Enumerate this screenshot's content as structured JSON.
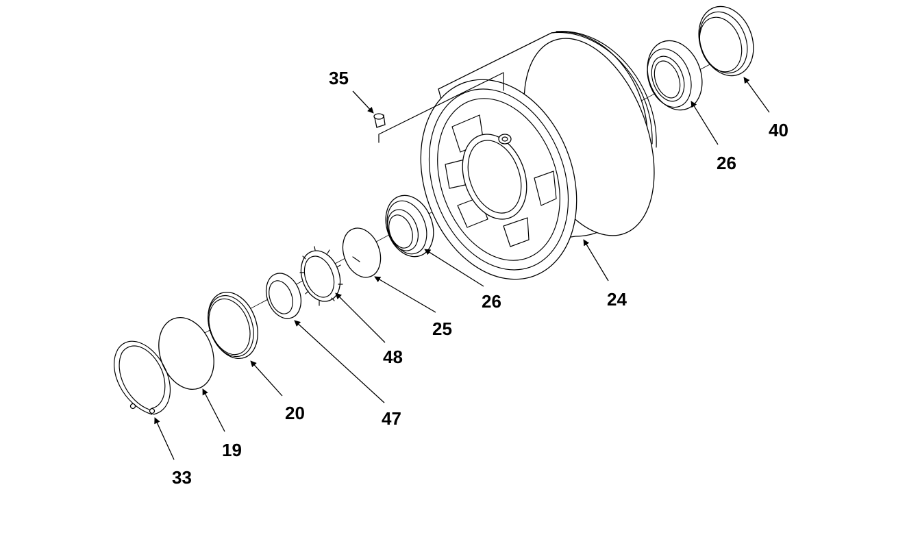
{
  "callouts": [
    {
      "id": "c35",
      "label": "35"
    },
    {
      "id": "c40",
      "label": "40"
    },
    {
      "id": "c26a",
      "label": "26"
    },
    {
      "id": "c24",
      "label": "24"
    },
    {
      "id": "c26b",
      "label": "26"
    },
    {
      "id": "c25",
      "label": "25"
    },
    {
      "id": "c48",
      "label": "48"
    },
    {
      "id": "c47",
      "label": "47"
    },
    {
      "id": "c20",
      "label": "20"
    },
    {
      "id": "c19",
      "label": "19"
    },
    {
      "id": "c33",
      "label": "33"
    }
  ]
}
